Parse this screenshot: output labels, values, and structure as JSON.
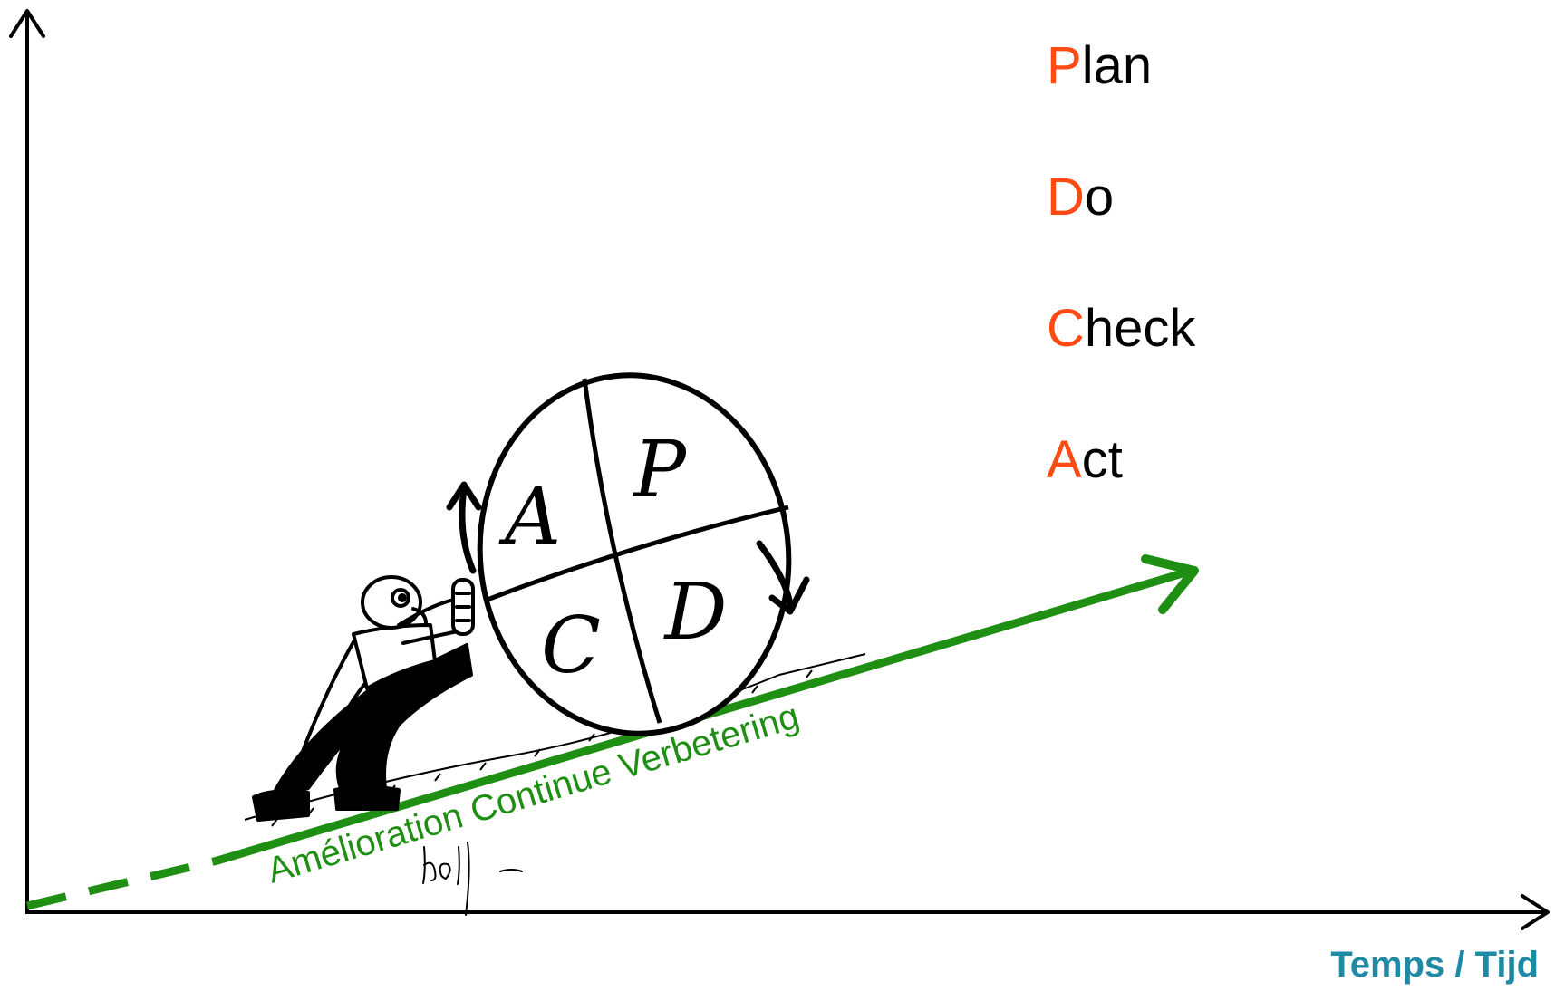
{
  "colors": {
    "axis": "#000000",
    "accent_letter": "#ff4a14",
    "trend": "#1f8f14",
    "x_label": "#1f8aa5"
  },
  "pdca_list": [
    {
      "initial": "P",
      "rest": "lan"
    },
    {
      "initial": "D",
      "rest": "o"
    },
    {
      "initial": "C",
      "rest": "heck"
    },
    {
      "initial": "A",
      "rest": "ct"
    }
  ],
  "wheel_quadrants": {
    "top_left": "A",
    "top_right": "P",
    "bottom_left": "C",
    "bottom_right": "D"
  },
  "trend_label": "Amélioration Continue Verbetering",
  "x_axis_label": "Temps / Tijd",
  "icons": [
    "man-pushing-icon",
    "pdca-wheel-icon",
    "cycle-arrow-icon",
    "signature-icon"
  ]
}
